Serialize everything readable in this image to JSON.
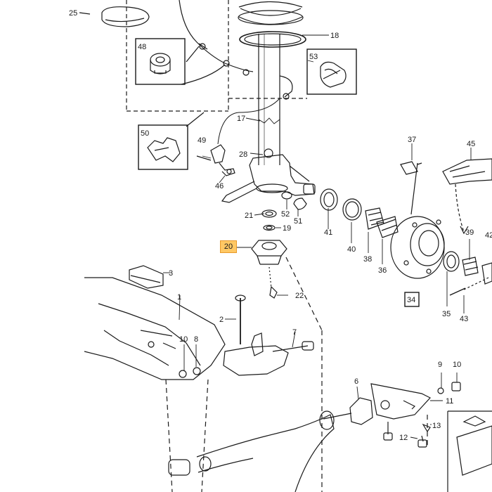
{
  "accent_color": "#ffc864",
  "highlighted_part": "20",
  "callouts": {
    "c25": "25",
    "c18": "18",
    "c48": "48",
    "c53": "53",
    "c17": "17",
    "c50": "50",
    "c49": "49",
    "c28": "28",
    "c46": "46",
    "c21": "21",
    "c52": "52",
    "c51": "51",
    "c19": "19",
    "c20": "20",
    "c3": "3",
    "c22": "22",
    "c1": "1",
    "c2": "2",
    "c7": "7",
    "c10a": "10",
    "c8": "8",
    "c37": "37",
    "c45": "45",
    "c41": "41",
    "c40": "40",
    "c38": "38",
    "c36": "36",
    "c39": "39",
    "c42": "42",
    "c34": "34",
    "c35": "35",
    "c43": "43",
    "c9": "9",
    "c10b": "10",
    "c6": "6",
    "c11": "11",
    "c13": "13",
    "c12": "12"
  }
}
